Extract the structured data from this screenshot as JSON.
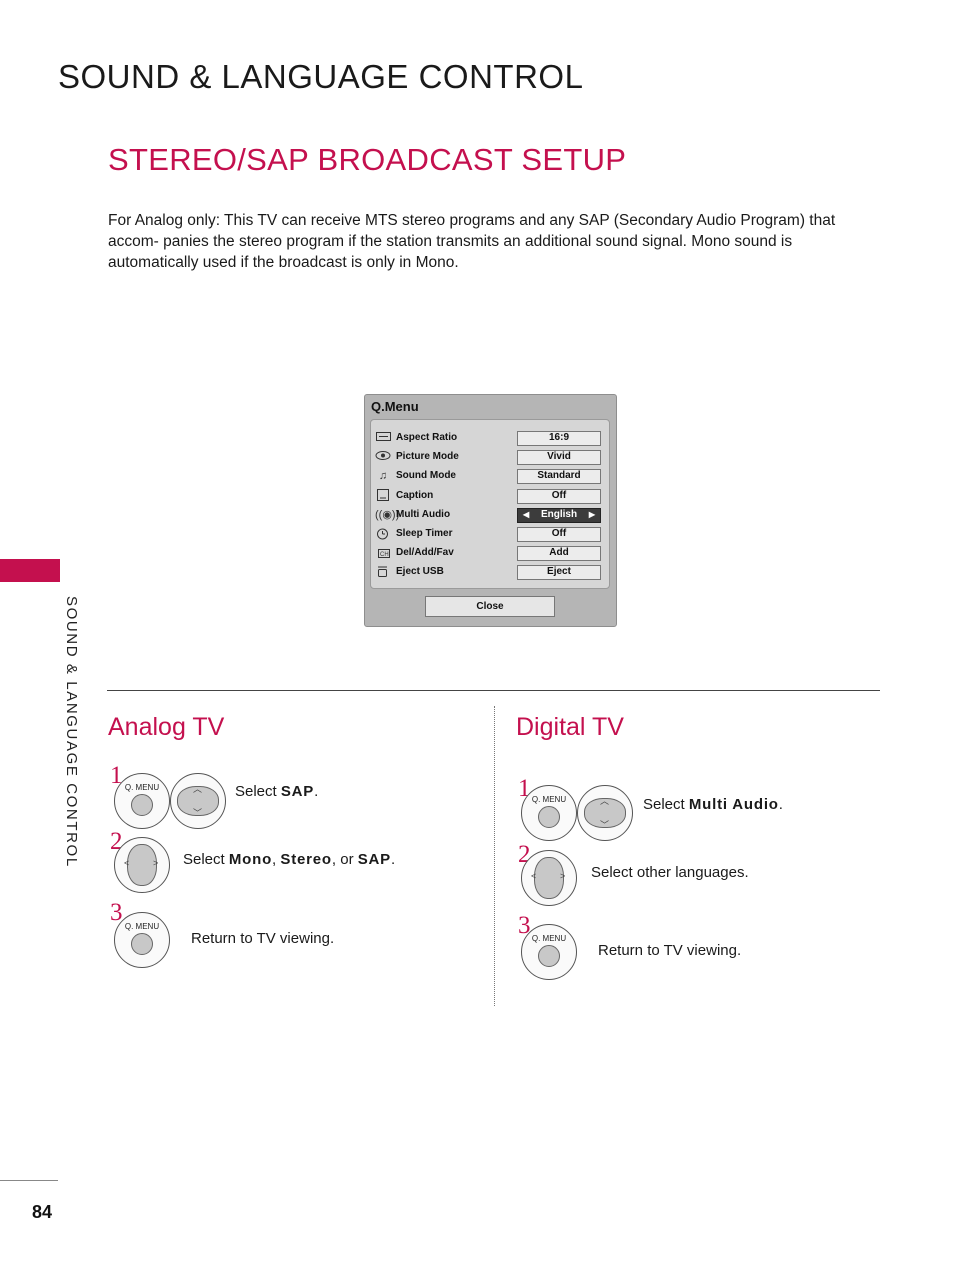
{
  "header": {
    "chapter_title": "SOUND & LANGUAGE CONTROL"
  },
  "section": {
    "title": "STEREO/SAP BROADCAST SETUP",
    "intro": "For Analog only: This TV can receive MTS stereo programs and any SAP (Secondary Audio Program) that accom- panies the stereo program if the station transmits an additional sound signal. Mono sound is automatically used if the broadcast is only in Mono."
  },
  "side_tab": {
    "label": "SOUND & LANGUAGE CONTROL",
    "accent_color": "#c4104e"
  },
  "qmenu": {
    "title": "Q.Menu",
    "items": [
      {
        "icon": "aspect-ratio-icon",
        "label": "Aspect Ratio",
        "value": "16:9"
      },
      {
        "icon": "eye-icon",
        "label": "Picture Mode",
        "value": "Vivid"
      },
      {
        "icon": "music-note-icon",
        "label": "Sound Mode",
        "value": "Standard"
      },
      {
        "icon": "caption-icon",
        "label": "Caption",
        "value": "Off"
      },
      {
        "icon": "speaker-waves-icon",
        "label": "Multi Audio",
        "value": "English"
      },
      {
        "icon": "timer-icon",
        "label": "Sleep Timer",
        "value": "Off"
      },
      {
        "icon": "channel-check-icon",
        "label": "Del/Add/Fav",
        "value": "Add"
      },
      {
        "icon": "usb-eject-icon",
        "label": "Eject USB",
        "value": "Eject"
      }
    ],
    "close_label": "Close"
  },
  "analog": {
    "title": "Analog TV",
    "steps": [
      {
        "num": "1",
        "text_prefix": "Select ",
        "term": "SAP",
        "text_suffix": "."
      },
      {
        "num": "2",
        "text_prefix": "Select ",
        "terms": [
          "Mono",
          "Stereo",
          "SAP"
        ],
        "sep1": ", ",
        "sep2": ", or ",
        "text_suffix": "."
      },
      {
        "num": "3",
        "text": "Return to TV viewing."
      }
    ]
  },
  "digital": {
    "title": "Digital TV",
    "steps": [
      {
        "num": "1",
        "text_prefix": "Select ",
        "term": "Multi Audio",
        "text_suffix": "."
      },
      {
        "num": "2",
        "text": "Select other languages."
      },
      {
        "num": "3",
        "text": "Return to TV viewing."
      }
    ]
  },
  "buttons": {
    "qmenu_caption": "Q. MENU"
  },
  "footer": {
    "page_number": "84"
  }
}
